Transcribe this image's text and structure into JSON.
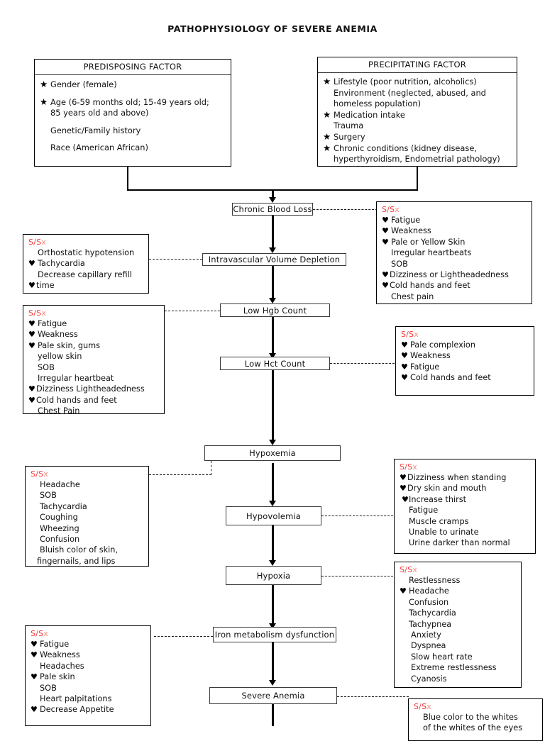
{
  "title": "PATHOPHYSIOLOGY OF SEVERE ANEMIA",
  "colors": {
    "ssx_accent": "#ef3b3b",
    "ssx_accent_light": "#f4907f",
    "line": "#000000"
  },
  "factors": {
    "predisposing": {
      "header": "PREDISPOSING FACTOR",
      "lines": [
        {
          "star": true,
          "text": "Gender (female)"
        },
        {
          "star": true,
          "text": "Age (6-59 months old; 15-49 years old;"
        },
        {
          "star": false,
          "sub": true,
          "text": "85 years old and above)"
        },
        {
          "star": false,
          "sub": true,
          "text": "Genetic/Family history"
        },
        {
          "star": false,
          "sub": true,
          "text": "Race (American African)"
        }
      ]
    },
    "precipitating": {
      "header": "PRECIPITATING FACTOR",
      "lines": [
        {
          "star": true,
          "text": "Lifestyle (poor nutrition, alcoholics)"
        },
        {
          "star": false,
          "sub": true,
          "text": "Environment (neglected, abused, and"
        },
        {
          "star": false,
          "sub": true,
          "text": "homeless population)"
        },
        {
          "star": true,
          "text": "Medication intake"
        },
        {
          "star": false,
          "sub": true,
          "text": "Trauma"
        },
        {
          "star": true,
          "text": "Surgery"
        },
        {
          "star": true,
          "text": "Chronic conditions (kidney disease,"
        },
        {
          "star": false,
          "sub": true,
          "text": "hyperthyroidism, Endometrial pathology)"
        }
      ]
    }
  },
  "nodes": {
    "chronic_blood_loss": "Chronic Blood Loss",
    "intravascular_volume_depletion": "Intravascular Volume Depletion",
    "low_hgb_count": "Low Hgb Count",
    "low_hct_count": "Low Hct Count",
    "hypoxemia": "Hypoxemia",
    "hypovolemia": "Hypovolemia",
    "hypoxia": "Hypoxia",
    "iron_metabolism_dysfunction": "Iron metabolism dysfunction",
    "severe_anemia": "Severe Anemia"
  },
  "ssx_label": "S/Sx",
  "ssx": {
    "chronic_blood_loss": {
      "items": [
        {
          "heart": true,
          "text": "Fatigue"
        },
        {
          "heart": true,
          "text": "Weakness"
        },
        {
          "heart": true,
          "text": "Pale or Yellow Skin"
        },
        {
          "heart": false,
          "text": "Irregular heartbeats"
        },
        {
          "heart": false,
          "text": "SOB"
        },
        {
          "heart": true,
          "text": "Dizziness or Lightheadedness"
        },
        {
          "heart": true,
          "text": "Cold hands and feet"
        },
        {
          "heart": false,
          "text": "Chest pain"
        }
      ]
    },
    "intravascular_volume_depletion": {
      "items": [
        {
          "heart": false,
          "text": "Orthostatic hypotension"
        },
        {
          "heart": true,
          "text": "Tachycardia"
        },
        {
          "heart": false,
          "text": "Decrease capillary refill"
        },
        {
          "heart": true,
          "text": "time"
        }
      ]
    },
    "low_hgb_count": {
      "items": [
        {
          "heart": true,
          "text": "Fatigue"
        },
        {
          "heart": true,
          "text": "Weakness"
        },
        {
          "heart": true,
          "text": "Pale skin, gums"
        },
        {
          "heart": false,
          "text": "yellow skin"
        },
        {
          "heart": false,
          "text": "SOB"
        },
        {
          "heart": false,
          "text": "Irregular heartbeat"
        },
        {
          "heart": true,
          "text": "Dizziness Lightheadedness"
        },
        {
          "heart": true,
          "text": "Cold hands and feet"
        },
        {
          "heart": false,
          "text": "Chest Pain"
        }
      ]
    },
    "low_hct_count": {
      "items": [
        {
          "heart": true,
          "text": "Pale complexion"
        },
        {
          "heart": true,
          "text": "Weakness"
        },
        {
          "heart": true,
          "text": "Fatigue"
        },
        {
          "heart": true,
          "text": "Cold hands and feet"
        }
      ]
    },
    "hypoxemia": {
      "items": [
        {
          "heart": false,
          "text": "Headache"
        },
        {
          "heart": false,
          "text": "SOB"
        },
        {
          "heart": false,
          "text": "Tachycardia"
        },
        {
          "heart": false,
          "text": "Coughing"
        },
        {
          "heart": false,
          "text": "Wheezing"
        },
        {
          "heart": false,
          "text": "Confusion"
        },
        {
          "heart": false,
          "text": "Bluish color of skin,"
        },
        {
          "heart": false,
          "text": "fingernails, and lips"
        }
      ]
    },
    "hypovolemia": {
      "items": [
        {
          "heart": true,
          "text": "Dizziness when standing"
        },
        {
          "heart": true,
          "text": "Dry skin and mouth"
        },
        {
          "heart": true,
          "text": "Increase thirst"
        },
        {
          "heart": false,
          "text": "Fatigue"
        },
        {
          "heart": false,
          "text": "Muscle cramps"
        },
        {
          "heart": false,
          "text": "Unable to urinate"
        },
        {
          "heart": false,
          "text": "Urine darker than normal"
        }
      ]
    },
    "hypoxia": {
      "items": [
        {
          "heart": false,
          "text": "Restlessness"
        },
        {
          "heart": true,
          "text": "Headache"
        },
        {
          "heart": false,
          "text": "Confusion"
        },
        {
          "heart": false,
          "text": "Tachycardia"
        },
        {
          "heart": false,
          "text": "Tachypnea"
        },
        {
          "heart": false,
          "text": "Anxiety"
        },
        {
          "heart": false,
          "text": "Dyspnea"
        },
        {
          "heart": false,
          "text": "Slow heart rate"
        },
        {
          "heart": false,
          "text": "Extreme restlessness"
        },
        {
          "heart": false,
          "text": "Cyanosis"
        }
      ]
    },
    "iron_metabolism_dysfunction": {
      "items": [
        {
          "heart": true,
          "text": "Fatigue"
        },
        {
          "heart": true,
          "text": "Weakness"
        },
        {
          "heart": false,
          "text": "Headaches"
        },
        {
          "heart": true,
          "text": "Pale skin"
        },
        {
          "heart": false,
          "text": "SOB"
        },
        {
          "heart": false,
          "text": "Heart palpitations"
        },
        {
          "heart": true,
          "text": "Decrease Appetite"
        }
      ]
    },
    "severe_anemia": {
      "items": [
        {
          "heart": false,
          "text": "Blue color to the whites"
        },
        {
          "heart": false,
          "text": "of the whites of the eyes"
        }
      ]
    }
  },
  "glyphs": {
    "star": "★",
    "heart": "♥"
  }
}
